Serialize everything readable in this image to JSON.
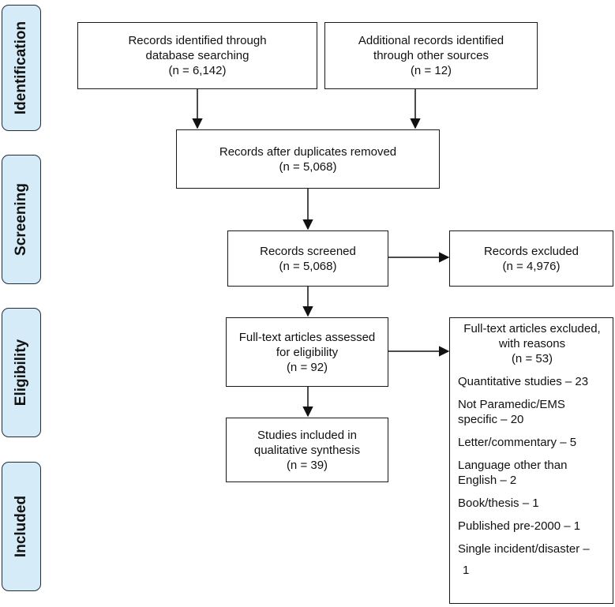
{
  "stages": {
    "identification": "Identification",
    "screening": "Screening",
    "eligibility": "Eligibility",
    "included": "Included"
  },
  "boxes": {
    "database": {
      "line1": "Records identified through",
      "line2": "database searching",
      "count": "(n = 6,142)"
    },
    "other_sources": {
      "line1": "Additional records identified",
      "line2": "through other sources",
      "count": "(n = 12)"
    },
    "duplicates_removed": {
      "line1": "Records after duplicates removed",
      "count": "(n = 5,068)"
    },
    "screened": {
      "line1": "Records screened",
      "count": "(n = 5,068)"
    },
    "excluded": {
      "line1": "Records excluded",
      "count": "(n = 4,976)"
    },
    "fulltext_assessed": {
      "line1": "Full-text articles assessed",
      "line2": "for eligibility",
      "count": "(n = 92)"
    },
    "included": {
      "line1": "Studies included in",
      "line2": "qualitative synthesis",
      "count": "(n = 39)"
    },
    "fulltext_excluded": {
      "line1": "Full-text articles excluded,",
      "line2": "with reasons",
      "count": "(n = 53)",
      "reasons": [
        {
          "line1": "Quantitative studies – 23",
          "line2": ""
        },
        {
          "line1": "Not Paramedic/EMS",
          "line2": "specific – 20"
        },
        {
          "line1": "Letter/commentary – 5",
          "line2": ""
        },
        {
          "line1": "Language other than",
          "line2": "English – 2"
        },
        {
          "line1": "Book/thesis – 1",
          "line2": ""
        },
        {
          "line1": "Published pre-2000 – 1",
          "line2": ""
        },
        {
          "line1": "Single incident/disaster –",
          "line2": "1"
        }
      ]
    }
  },
  "colors": {
    "stage_fill": "#d6ebf8",
    "stage_border": "#1f2d3d",
    "box_border": "#1a1a1a",
    "arrow": "#111111"
  }
}
